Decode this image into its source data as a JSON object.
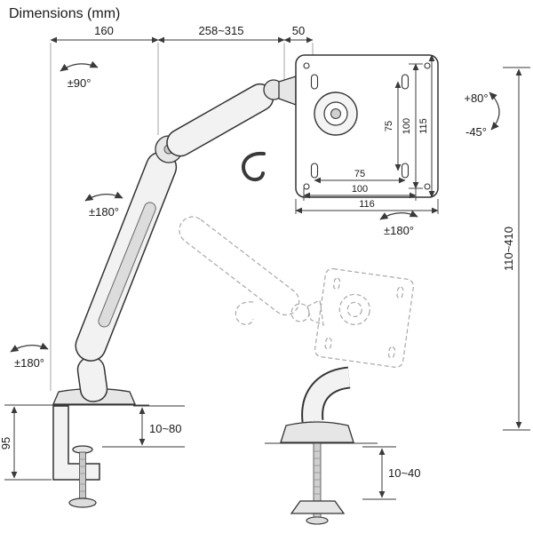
{
  "title": "Dimensions (mm)",
  "colors": {
    "line": "#333333",
    "dim_line": "#3a3a3a",
    "ghost": "#a8a8a8",
    "text": "#1a1a1a",
    "fill_light": "#f2f2f2",
    "background": "#ffffff"
  },
  "dims": {
    "top_left": "160",
    "top_mid": "258~315",
    "top_right": "50",
    "swivel_top": "±90°",
    "swivel_arm": "±180°",
    "swivel_plate": "±180°",
    "swivel_base": "±180°",
    "tilt_up": "+80°",
    "tilt_down": "-45°",
    "height_range": "110~410",
    "vesa_v_inner": "75",
    "vesa_v_mid": "100",
    "vesa_v_outer": "115",
    "vesa_h_inner": "75",
    "vesa_h_mid": "100",
    "vesa_h_outer": "116",
    "clamp_range": "10~80",
    "clamp_height": "95",
    "grommet_range": "10~40"
  }
}
